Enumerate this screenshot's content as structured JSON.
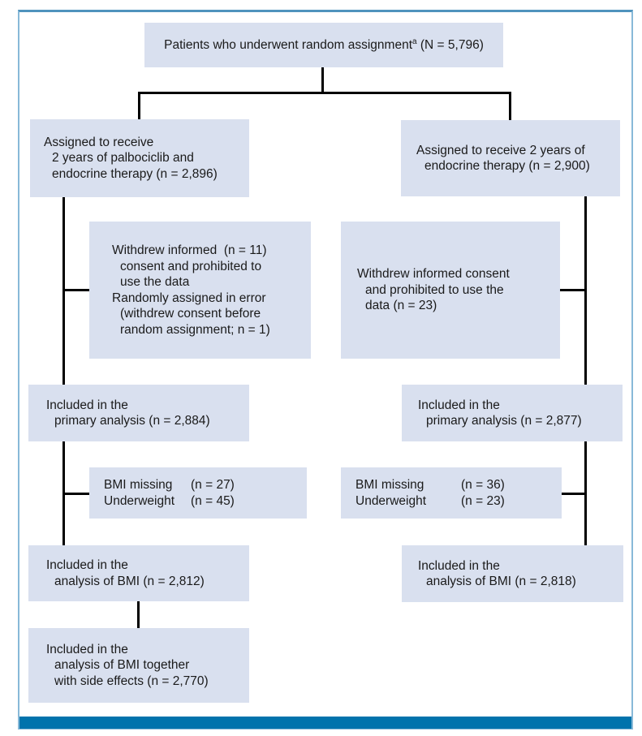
{
  "figure": {
    "top_box": {
      "text_before_sup": "Patients who underwent random assignment",
      "sup": "a",
      "text_after_sup": " (N = 5,796)"
    },
    "left": {
      "assigned": {
        "line1": "Assigned to receive",
        "line2": "2 years of palbociclib and",
        "line3": "endocrine therapy (n = 2,896)"
      },
      "withdrawal": {
        "line1": "Withdrew informed  (n = 11)",
        "line2": "consent and prohibited to",
        "line3": "use the data",
        "line4": "Randomly assigned in error",
        "line5": "(withdrew consent before",
        "line6": "random assignment; n = 1)"
      },
      "primary": {
        "line1": "Included in the",
        "line2": "primary analysis (n = 2,884)"
      },
      "exclusions": {
        "row1_label": "BMI missing",
        "row1_value": "(n = 27)",
        "row2_label": "Underweight",
        "row2_value": "(n = 45)"
      },
      "bmi": {
        "line1": "Included in the",
        "line2": "analysis of BMI (n = 2,812)"
      },
      "side_effects": {
        "line1": "Included in the",
        "line2": "analysis of BMI together",
        "line3": "with side effects (n = 2,770)"
      }
    },
    "right": {
      "assigned": {
        "line1": "Assigned to receive 2 years of",
        "line2": "endocrine therapy (n = 2,900)"
      },
      "withdrawal": {
        "line1": "Withdrew informed consent",
        "line2": "and prohibited to use the",
        "line3": "data (n = 23)"
      },
      "primary": {
        "line1": "Included in the",
        "line2": "primary analysis (n = 2,877)"
      },
      "exclusions": {
        "row1_label": "BMI missing",
        "row1_value": "(n = 36)",
        "row2_label": "Underweight",
        "row2_value": "(n = 23)"
      },
      "bmi": {
        "line1": "Included in the",
        "line2": "analysis of BMI (n = 2,818)"
      }
    },
    "colors": {
      "box_fill": "#d9e0ef",
      "frame_border": "#88b9d8",
      "bottom_bar": "#0073ac",
      "connector": "#000000"
    }
  }
}
